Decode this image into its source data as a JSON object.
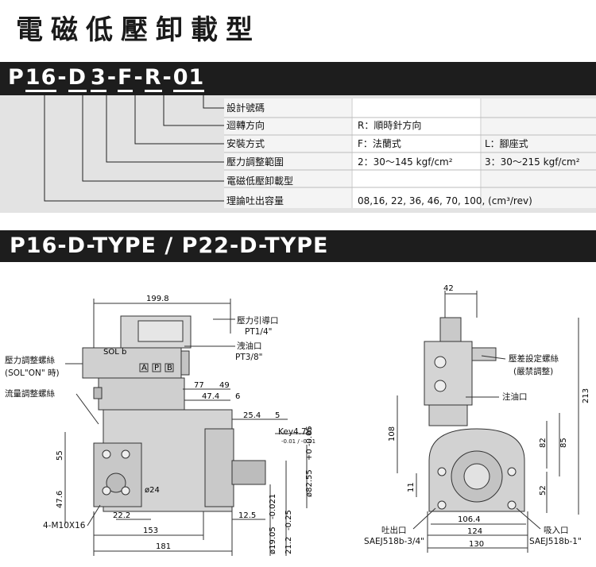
{
  "header": {
    "title": "電磁低壓卸載型"
  },
  "model_code": {
    "parts": [
      "P",
      "16",
      "-",
      "D",
      "3",
      "-",
      "F",
      "-",
      "R",
      "-",
      "01"
    ]
  },
  "spec_rows": [
    {
      "label": "設計號碼",
      "v1": "",
      "v2": ""
    },
    {
      "label": "迴轉方向",
      "v1": "R：順時針方向",
      "v2": ""
    },
    {
      "label": "安裝方式",
      "v1": "F：法蘭式",
      "v2": "L：腳座式"
    },
    {
      "label": "壓力調整範圍",
      "v1": "2：30～145 kgf/cm²",
      "v2": "3：30～215 kgf/cm²"
    },
    {
      "label": "電磁低壓卸載型",
      "v1": "",
      "v2": ""
    },
    {
      "label": "理論吐出容量",
      "v1": "08,16, 22, 36, 46, 70, 100, (cm³/rev)",
      "v2": ""
    }
  ],
  "section": {
    "title": "P16-D-TYPE / P22-D-TYPE"
  },
  "drawing_labels": {
    "pressure_adj_screw": "壓力調整螺絲",
    "sol_on": "(SOL\"ON\" 時)",
    "flow_adj_screw": "流量調整螺絲",
    "pilot_port": "壓力引導口",
    "pt14": "PT1/4\"",
    "drain_port": "洩油口",
    "pt38": "PT3/8\"",
    "key": "Key4.76",
    "key_tol": "-0.01 / -0.01",
    "m10": "4-M10X16",
    "outlet": "吐出口",
    "sae34": "SAEJ518b-3/4\"",
    "inlet": "吸入口",
    "sae1": "SAEJ518b-1\"",
    "diff_screw": "壓差設定螺絲",
    "no_adj": "(嚴禁調整)",
    "oil_fill": "注油口",
    "sol": "SOL b",
    "a": "A",
    "p": "P",
    "b": "B"
  },
  "dims": {
    "d199_8": "199.8",
    "d77": "77",
    "d49": "49",
    "d47_4": "47.4",
    "d6": "6",
    "d25_4": "25.4",
    "d5": "5",
    "d55": "55",
    "d47_6": "47.6",
    "d22_2": "22.2",
    "d153": "153",
    "d181": "181",
    "d12_5": "12.5",
    "d19": "ø19.05",
    "d19tol": "-0.021",
    "d21": "21.2",
    "d21tol": "-0.25",
    "d82": "ø82.55",
    "d82tol": "+0 -0.05",
    "d24": "ø24",
    "d42": "42",
    "d213": "213",
    "d108": "108",
    "d82v": "82",
    "d85": "85",
    "d52": "52",
    "d11": "11",
    "d106": "106.4",
    "d124": "124",
    "d130": "130"
  }
}
